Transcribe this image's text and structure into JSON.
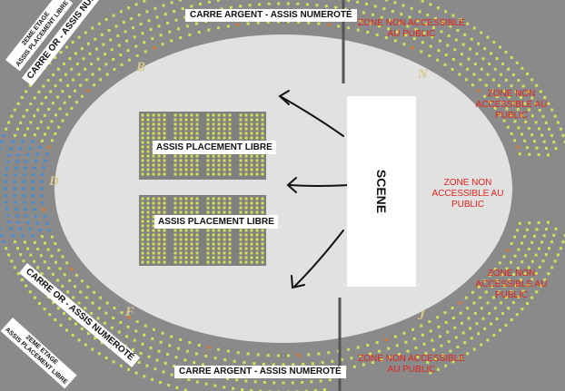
{
  "labels": {
    "carre_argent_top": "CARRE ARGENT - ASSIS NUMEROTÉ",
    "carre_argent_bottom": "CARRE ARGENT - ASSIS NUMEROTÉ",
    "carre_or_top": "CARRE OR - ASSIS NUMEROTÉ",
    "carre_or_bottom": "CARRE OR - ASSIS NUMEROTÉ",
    "etage_top": "2EME ETAGE\nASSIS PLACEMENT LIBRE",
    "etage_bottom": "2EME ETAGE\nASSIS PLACEMENT LIBRE",
    "placement_libre_1": "ASSIS PLACEMENT LIBRE",
    "placement_libre_2": "ASSIS PLACEMENT LIBRE",
    "scene": "SCENE"
  },
  "zones": {
    "top": "ZONE NON ACCESSIBLE\nAU PUBLIC",
    "right_upper": "ZONE NON\nACCESSIBLE AU\nPUBLIC",
    "center_right": "ZONE NON\nACCESSIBLE AU\nPUBLIC",
    "right_lower": "ZONE NON\nACCESSIBLE AU\nPUBLIC",
    "bottom": "ZONE NON ACCESSIBLE\nAU PUBLIC"
  },
  "sectors": {
    "b": "B",
    "d": "D",
    "f": "F",
    "n": "N",
    "j": "J"
  },
  "colors": {
    "seat": "#d4e157",
    "seat_blue": "#3f8fd8",
    "seat_orange": "#e07a2a",
    "floor": "#e1e1e1",
    "background": "#8a8a8a",
    "zone_text": "#e2231a"
  }
}
